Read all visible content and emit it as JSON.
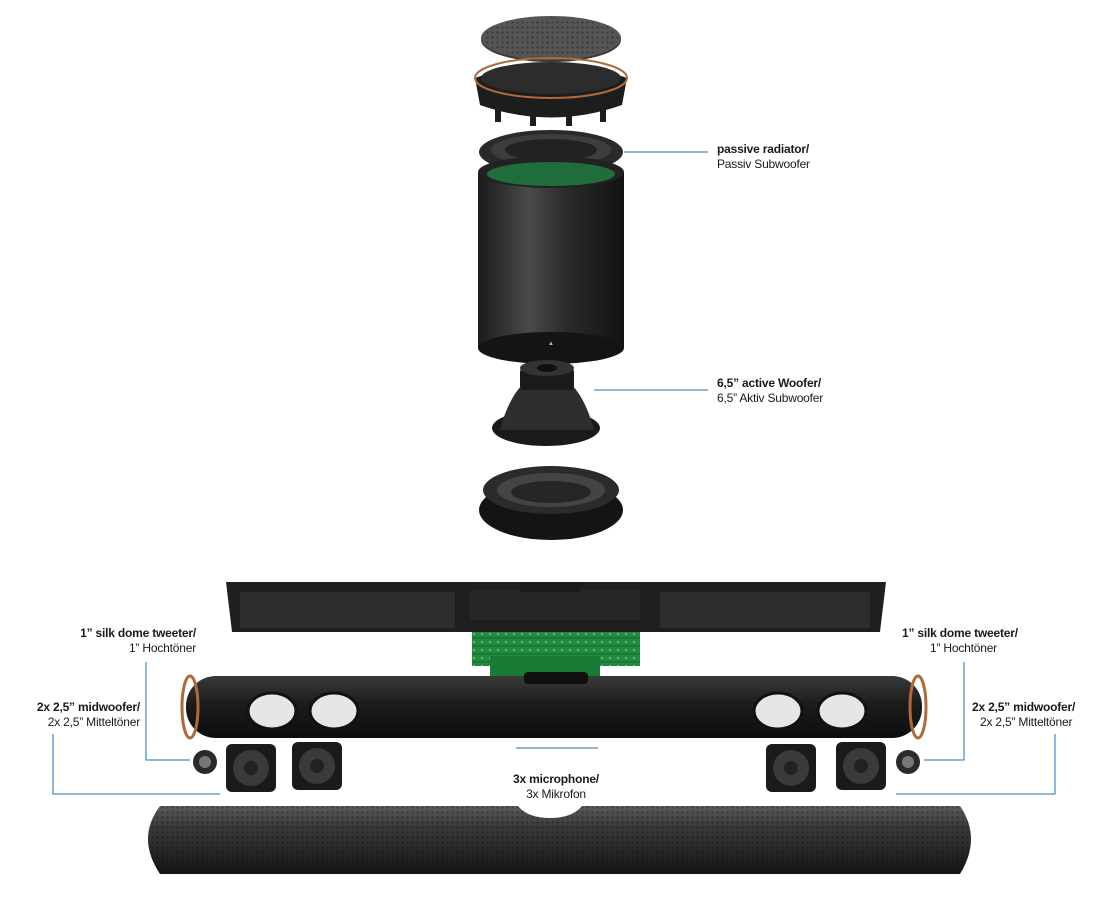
{
  "labels": {
    "passive_radiator": {
      "primary": "passive radiator/",
      "secondary": "Passiv Subwoofer"
    },
    "active_woofer": {
      "primary": "6,5” active Woofer/",
      "secondary": "6,5” Aktiv Subwoofer"
    },
    "tweeter_left": {
      "primary": "1” silk dome tweeter/",
      "secondary": "1” Hochtöner"
    },
    "tweeter_right": {
      "primary": "1” silk dome tweeter/",
      "secondary": "1” Hochtöner"
    },
    "midwoofer_left": {
      "primary": "2x 2,5” midwoofer/",
      "secondary": "2x 2,5” Mitteltöner"
    },
    "midwoofer_right": {
      "primary": "2x 2,5” midwoofer/",
      "secondary": "2x 2,5” Mitteltöner"
    },
    "microphone": {
      "primary": "3x microphone/",
      "secondary": "3x Mikrofon"
    }
  },
  "colors": {
    "leader_line": "#1f6fb2",
    "body_dark": "#2a2a2a",
    "pcb_green": "#1e8a3c",
    "copper_ring": "#b06a3a",
    "text": "#1a1a1a"
  }
}
